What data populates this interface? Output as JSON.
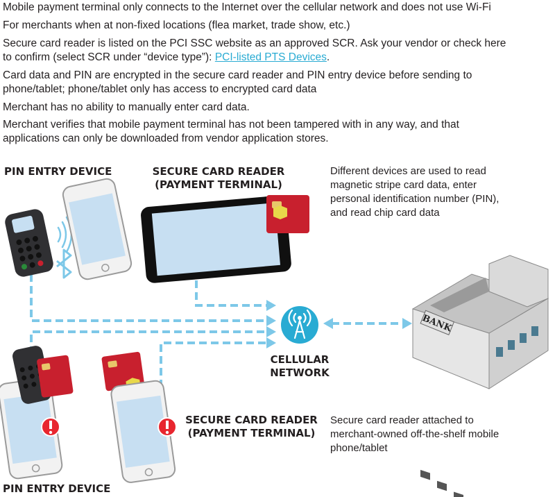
{
  "text_lines": [
    "Mobile payment terminal only connects to the Internet over the cellular network and does not use Wi-Fi",
    "For merchants when at non-fixed locations (flea market, trade show, etc.)",
    "Secure card reader is listed on the PCI SSC website as an approved SCR. Ask your vendor or check here",
    "to confirm (select SCR under “device type”): ",
    "Card data and PIN are encrypted in the secure card reader and PIN entry device before sending to",
    "phone/tablet; phone/tablet only has access to encrypted card data",
    "Merchant has no ability to manually enter card data.",
    "Merchant verifies that mobile payment terminal has not been tampered with in any way, and that",
    "applications can only be downloaded from vendor application stores."
  ],
  "link_text": "PCI-listed PTS Devices",
  "link_suffix": ".",
  "labels": {
    "pin_entry_top": "PIN ENTRY DEVICE",
    "scr_top_1": "SECURE CARD READER",
    "scr_top_2": "(PAYMENT TERMINAL)",
    "cellular_1": "CELLULAR",
    "cellular_2": "NETWORK",
    "scr_bottom_1": "SECURE CARD READER",
    "scr_bottom_2": "(PAYMENT TERMINAL)",
    "pin_entry_bottom": "PIN ENTRY DEVICE",
    "bank_sign": "BANK"
  },
  "descriptions": {
    "top_1": "Different devices are used to read",
    "top_2": "magnetic stripe card data, enter",
    "top_3": "personal identification number (PIN),",
    "top_4": "and read chip card data",
    "bottom_1": "Secure card reader attached to",
    "bottom_2": "merchant-owned off-the-shelf mobile",
    "bottom_3": "phone/tablet"
  },
  "colors": {
    "text": "#231f20",
    "link": "#29abd3",
    "dashed_line": "#7dc8e8",
    "card_red": "#c8202e",
    "alert_red": "#e8262f",
    "chip_yellow": "#e8d84a",
    "screen_blue": "#c7dff2"
  },
  "icons": [
    "bluetooth-icon",
    "wireless-signal-icon",
    "cell-tower-icon",
    "alert-icon",
    "bank-building-icon"
  ]
}
